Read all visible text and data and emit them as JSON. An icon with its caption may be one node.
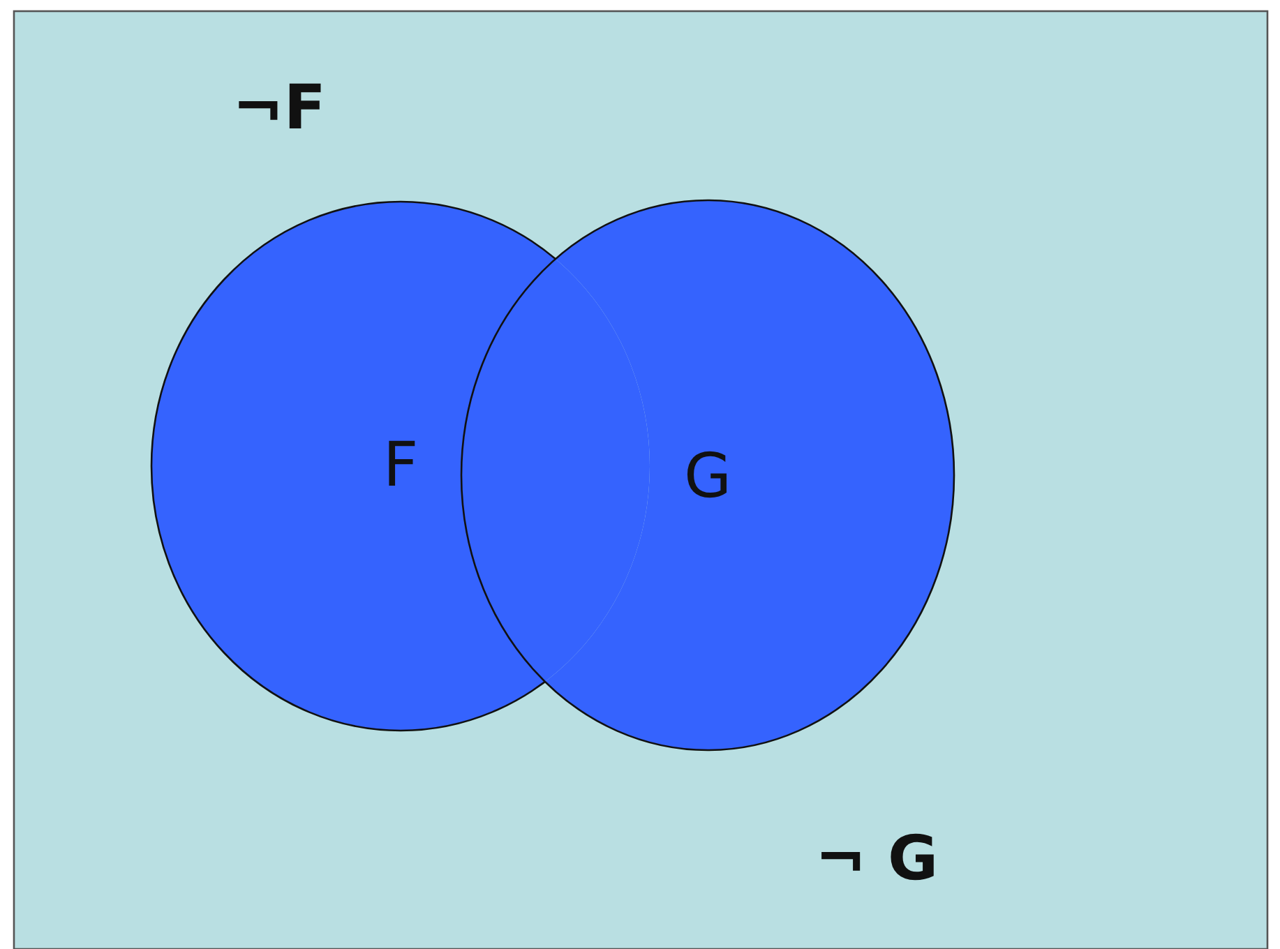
{
  "diagram": {
    "nodes": [
      {
        "text": [],
        "shape": "box"
      },
      {
        "text": [
          "F"
        ],
        "in": 0
      },
      {
        "text": [
          "G"
        ],
        "in": 0
      }
    ],
    "labels": [
      "¬F",
      "¬ G"
    ]
  }
}
